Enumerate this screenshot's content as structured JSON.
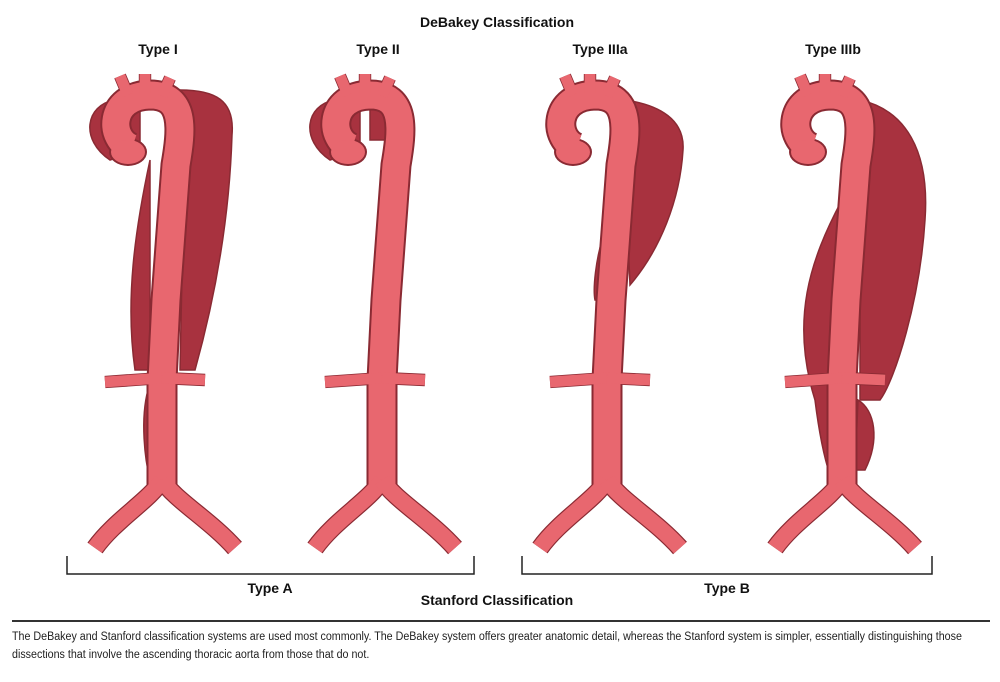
{
  "title": "DeBakey Classification",
  "types": [
    {
      "label": "Type I",
      "dissection": "ascending-and-descending"
    },
    {
      "label": "Type II",
      "dissection": "ascending-only"
    },
    {
      "label": "Type IIIa",
      "dissection": "descending-thoracic"
    },
    {
      "label": "Type IIIb",
      "dissection": "descending-extending-abdominal"
    }
  ],
  "stanford": {
    "type_a": "Type A",
    "type_b": "Type B",
    "label": "Stanford Classification"
  },
  "caption": "The DeBakey and Stanford classification systems are used most commonly. The DeBakey system offers greater anatomic detail, whereas the Stanford system is simpler, essentially distinguishing those dissections that involve the ascending thoracic aorta from those that do not.",
  "colors": {
    "lumen": "#e8676f",
    "false_lumen": "#a8323f",
    "outline": "#8a2a33"
  }
}
